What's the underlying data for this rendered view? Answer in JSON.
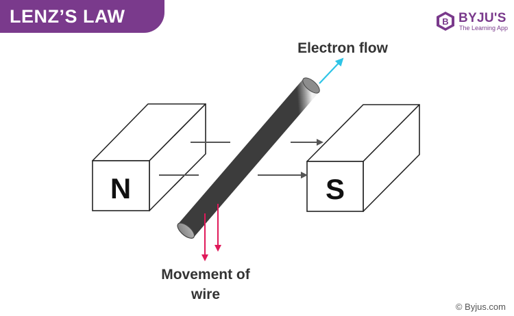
{
  "header": {
    "title": "LENZ’S LAW"
  },
  "brand": {
    "name": "BYJU'S",
    "tagline": "The Learning App",
    "logo_letter": "B"
  },
  "diagram": {
    "label_electron_flow": "Electron flow",
    "label_movement_line1": "Movement of",
    "label_movement_line2": "wire",
    "north_pole": "N",
    "south_pole": "S"
  },
  "footer": {
    "copyright": "© Byjus.com"
  },
  "colors": {
    "brand_purple": "#7a3a8c",
    "electron_arrow": "#2ec4e6",
    "movement_arrow": "#e0195a",
    "field_arrow": "#555555"
  }
}
